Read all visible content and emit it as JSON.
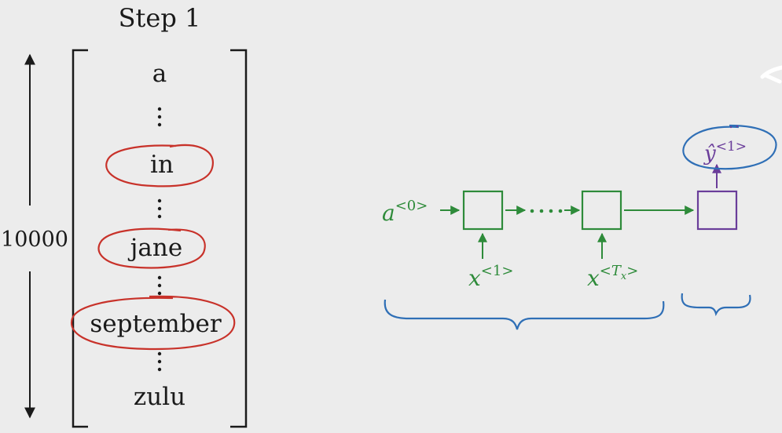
{
  "colors": {
    "background": "#ececec",
    "ink": "#1a1a1a",
    "rnn_green": "#2e8b3a",
    "output_purple": "#6a3d9a",
    "brace_blue": "#2f6fb6",
    "highlight_red": "#c8322a"
  },
  "step_title": "Step 1",
  "vocab": {
    "size_label": "10000",
    "words": {
      "first": "a",
      "in": "in",
      "jane": "jane",
      "september": "september",
      "last": "zulu"
    },
    "circled_words": [
      "in",
      "jane",
      "september"
    ]
  },
  "rnn": {
    "initial_activation": {
      "base": "a",
      "sup": "<0>"
    },
    "input_first": {
      "base": "x",
      "sup": "<1>"
    },
    "input_last": {
      "base": "x",
      "sup_open": "<",
      "sup_var": "T",
      "sup_sub": "x",
      "sup_close": ">"
    },
    "output": {
      "base": "ŷ",
      "sup": "<1>"
    }
  }
}
